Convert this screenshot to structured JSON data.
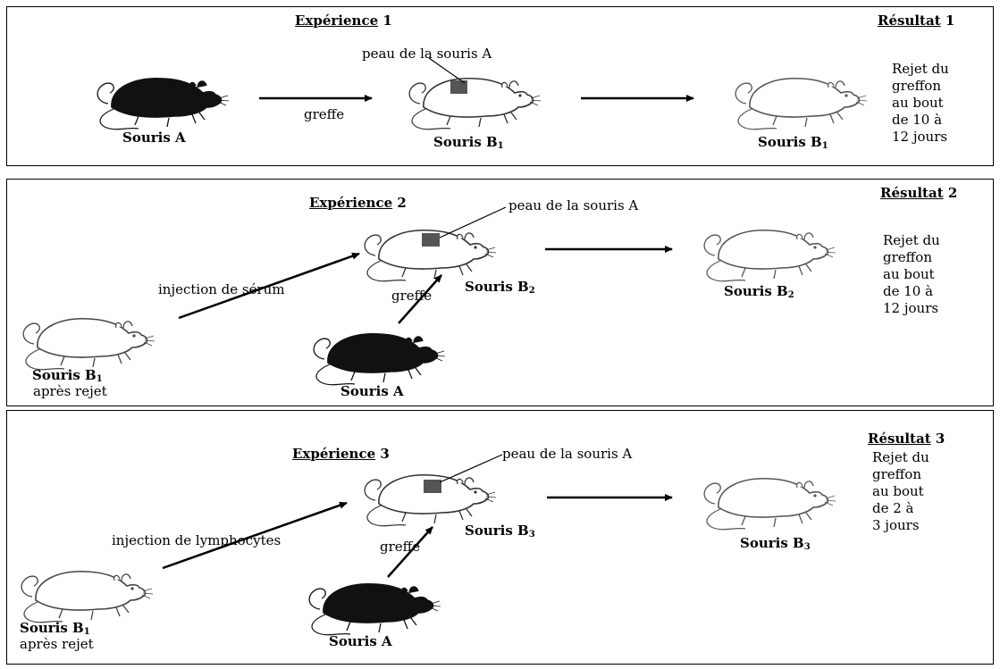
{
  "experiments": [
    {
      "title_underlined": "Expérience",
      "title_number": "1",
      "result_underlined": "Résultat",
      "result_number": "1",
      "graft_label": "peau de la souris A",
      "donor": "Souris A",
      "graft_action": "greffe",
      "recipient": "Souris B",
      "recipient_sub": "1",
      "outcome_mouse": "Souris B",
      "outcome_sub": "1",
      "result_lines": [
        "Rejet du",
        "greffon",
        "au bout",
        "de 10 à",
        "12 jours"
      ]
    },
    {
      "title_underlined": "Expérience",
      "title_number": "2",
      "result_underlined": "Résultat",
      "result_number": "2",
      "graft_label": "peau de la souris A",
      "injection": "injection de sérum",
      "source_mouse": "Souris B",
      "source_sub": "1",
      "source_note": "après rejet",
      "donor": "Souris A",
      "graft_action": "greffe",
      "recipient": "Souris B",
      "recipient_sub": "2",
      "outcome_mouse": "Souris B",
      "outcome_sub": "2",
      "result_lines": [
        "Rejet du",
        "greffon",
        "au bout",
        "de 10 à",
        "12 jours"
      ]
    },
    {
      "title_underlined": "Expérience",
      "title_number": "3",
      "result_underlined": "Résultat",
      "result_number": "3",
      "graft_label": "peau de la souris A",
      "injection": "injection de lymphocytes",
      "source_mouse": "Souris B",
      "source_sub": "1",
      "source_note": "après rejet",
      "donor": "Souris A",
      "graft_action": "greffe",
      "recipient": "Souris B",
      "recipient_sub": "3",
      "outcome_mouse": "Souris B",
      "outcome_sub": "3",
      "result_lines": [
        "Rejet du",
        "greffon",
        "au bout",
        "de 2 à",
        "3 jours"
      ]
    }
  ],
  "colors": {
    "dark_mouse": "#111111",
    "graft_patch": "#555555",
    "line": "#000000"
  }
}
